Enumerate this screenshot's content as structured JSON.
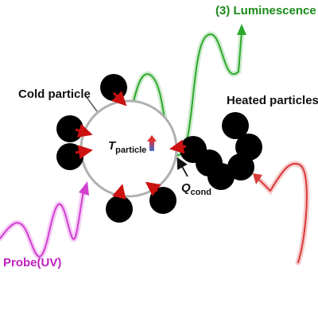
{
  "labels": {
    "luminescence": "(3) Luminescence",
    "cold_particle": "Cold particle",
    "heated_particles": "Heated particles",
    "probe": "Probe(UV)",
    "q_symbol": "Q",
    "q_subscript": "cond",
    "t_symbol": "T",
    "t_subscript": "particle"
  },
  "colors": {
    "luminescence_wave": "#2ea82e",
    "probe_wave": "#d040d0",
    "heated_wave": "#d83a3a",
    "particle": "#000000",
    "arrow": "#cc1111",
    "ring": "#b0b0b0"
  }
}
